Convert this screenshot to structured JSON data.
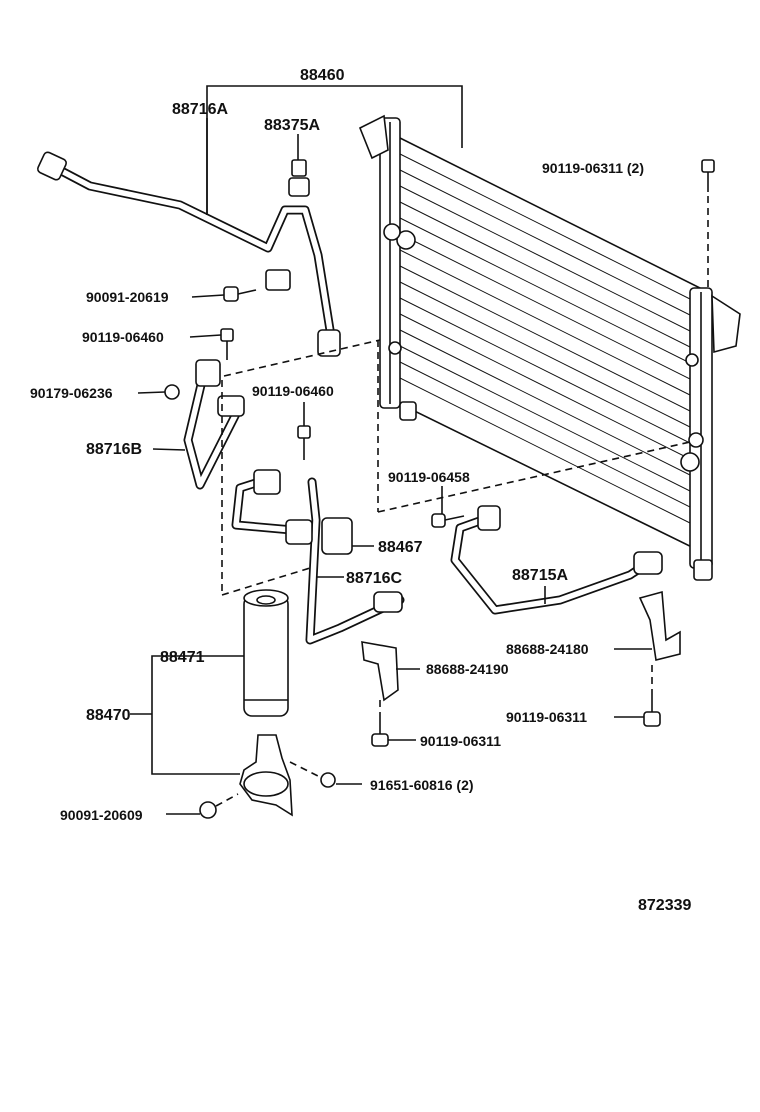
{
  "diagram": {
    "labels": {
      "assembly": "88460",
      "pipe_upper": "88716A",
      "switch": "88375A",
      "bolt_top_right": "90119-06311 (2)",
      "bolt_a": "90091-20619",
      "bolt_b": "90119-06460",
      "grommet": "90179-06236",
      "pipe_left": "88716B",
      "bolt_c": "90119-06460",
      "bolt_d": "90119-06458",
      "cushion": "88467",
      "pipe_mid": "88716C",
      "pipe_lower": "88715A",
      "bracket_right": "88688-24180",
      "receiver": "88471",
      "receiver_assy": "88470",
      "bracket_mid": "88688-24190",
      "bolt_right_lower": "90119-06311",
      "bolt_mid_lower": "90119-06311",
      "nut": "91651-60816 (2)",
      "bolt_bottom_left": "90091-20609",
      "ref_number": "872339"
    }
  }
}
